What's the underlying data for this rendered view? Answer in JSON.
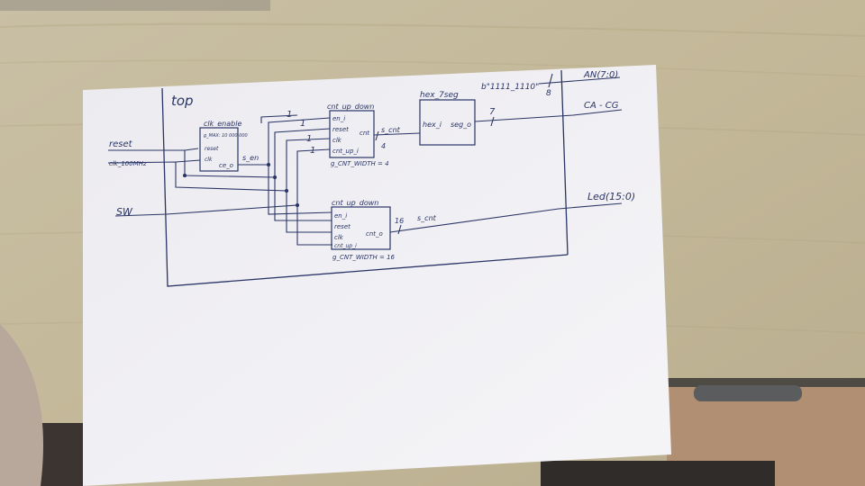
{
  "top_module": {
    "name": "top"
  },
  "ports": {
    "inputs": [
      "reset",
      "clk_100MHz",
      "SW"
    ],
    "outputs": [
      "AN(7:0)",
      "CA - CG",
      "Led(15:0)"
    ]
  },
  "clk_enable": {
    "name": "clk_enable",
    "param": "g_MAX: 10 000 000",
    "pins": [
      "reset",
      "clk",
      "ce_o"
    ],
    "out_net": "s_en"
  },
  "counter_top": {
    "name": "cnt_up_down",
    "pins": [
      "en_i",
      "reset",
      "clk",
      "cnt_up_i"
    ],
    "out_pin": "cnt",
    "generic": "g_CNT_WIDTH = 4",
    "out_net": "s_cnt",
    "bus_width": "4"
  },
  "counter_bottom": {
    "name": "cnt_up_down",
    "pins": [
      "en_i",
      "reset",
      "clk",
      "cnt_up_i"
    ],
    "out_pin": "cnt_o",
    "generic": "g_CNT_WIDTH = 16",
    "out_net": "s_cnt",
    "bus_width": "16"
  },
  "hex7seg": {
    "name": "hex_7seg",
    "in_pin": "hex_i",
    "out_pin": "seg_o",
    "bus_width": "7"
  },
  "an_const": {
    "value": "b\"1111_1110\"",
    "bus_width": "8"
  },
  "constants": {
    "one": "1"
  },
  "colors": {
    "ink": "#2a3566",
    "paper": "#f2f2f5",
    "table": "#c4b79a"
  }
}
